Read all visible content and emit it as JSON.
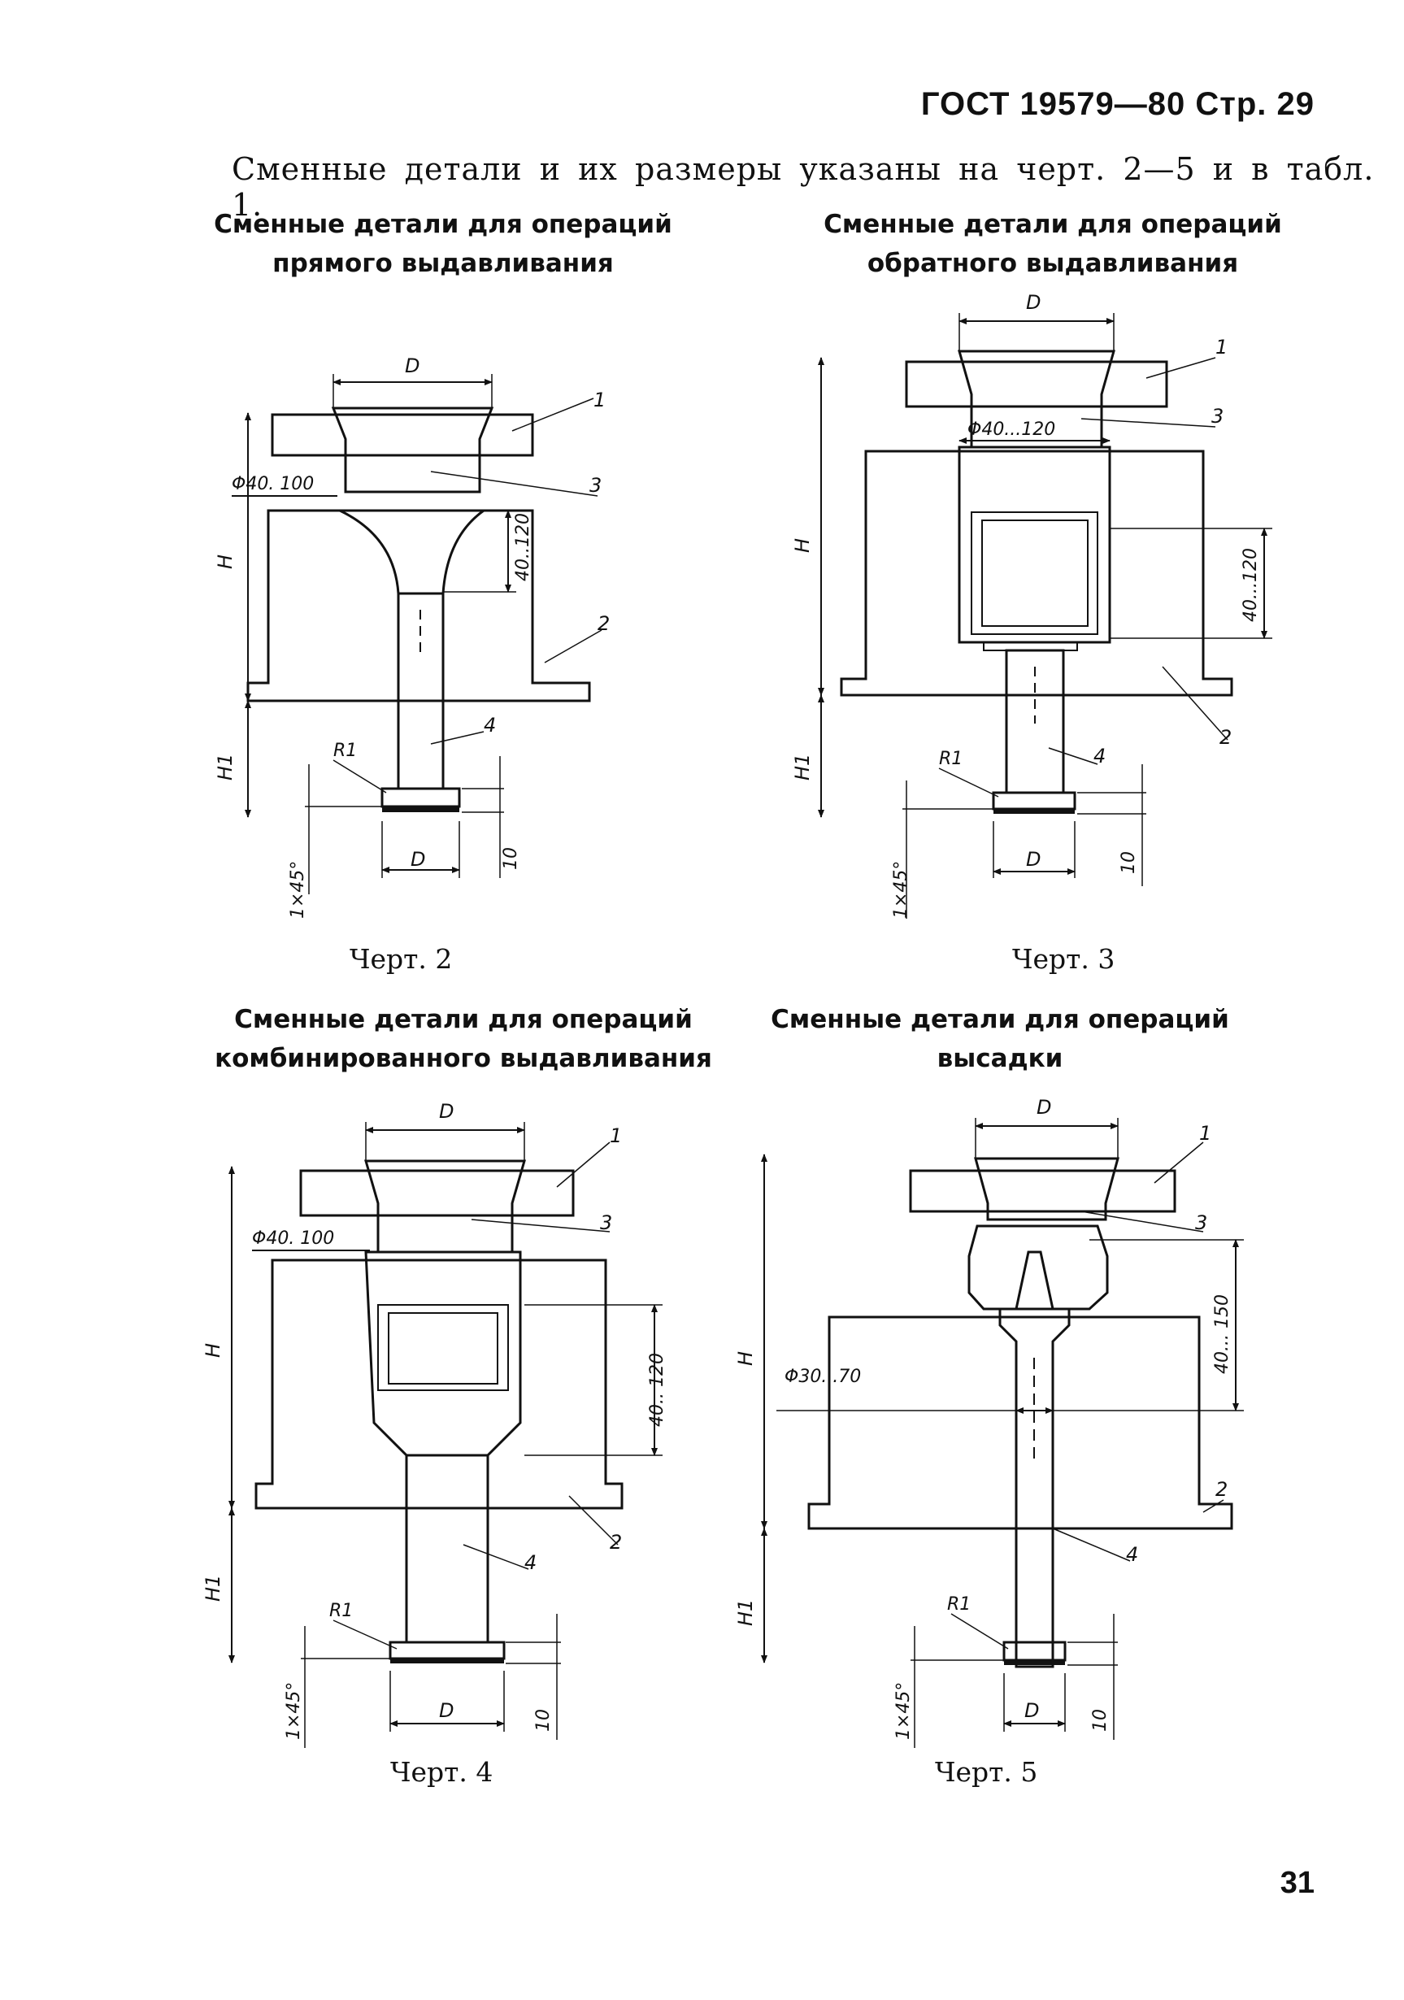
{
  "header": {
    "standard": "ГОСТ 19579—80 Стр. 29"
  },
  "intro_text": "Сменные детали и их размеры указаны на черт. 2—5 и в табл. 1.",
  "figures": [
    {
      "caption_line1": "Сменные детали для операций",
      "caption_line2": "прямого выдавливания",
      "label": "Черт. 2",
      "dims": {
        "D_top": "D",
        "phi": "Φ40. 100",
        "range": "40..120",
        "H": "H",
        "H1": "H1",
        "R": "R1",
        "chamfer": "1×45°",
        "D_bottom": "D",
        "t": "10"
      },
      "parts": [
        "1",
        "2",
        "3",
        "4"
      ]
    },
    {
      "caption_line1": "Сменные детали для операций",
      "caption_line2": "обратного выдавливания",
      "label": "Черт. 3",
      "dims": {
        "D_top": "D",
        "phi": "Φ40...120",
        "range": "40...120",
        "H": "H",
        "H1": "H1",
        "R": "R1",
        "chamfer": "1×45°",
        "D_bottom": "D",
        "t": "10"
      },
      "parts": [
        "1",
        "2",
        "3",
        "4"
      ]
    },
    {
      "caption_line1": "Сменные детали для операций",
      "caption_line2": "комбинированного выдавливания",
      "label": "Черт. 4",
      "dims": {
        "D_top": "D",
        "phi": "Φ40. 100",
        "range": "40.. 120",
        "H": "H",
        "H1": "H1",
        "R": "R1",
        "chamfer": "1×45°",
        "D_bottom": "D",
        "t": "10"
      },
      "parts": [
        "1",
        "2",
        "3",
        "4"
      ]
    },
    {
      "caption_line1": "Сменные детали для операций",
      "caption_line2": "высадки",
      "label": "Черт. 5",
      "dims": {
        "D_top": "D",
        "phi": "Φ30...70",
        "range": "40... 150",
        "H": "H",
        "H1": "H1",
        "R": "R1",
        "chamfer": "1×45°",
        "D_bottom": "D",
        "t": "10"
      },
      "parts": [
        "1",
        "2",
        "3",
        "4"
      ]
    }
  ],
  "page_number": "31"
}
